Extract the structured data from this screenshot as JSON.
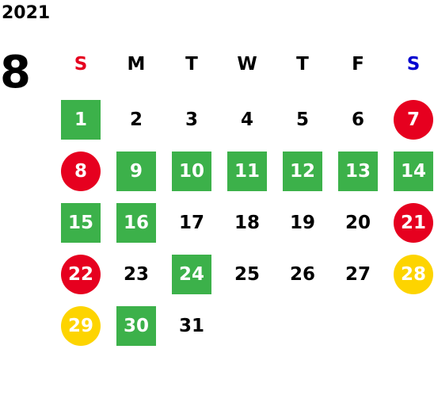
{
  "year": "2021",
  "month": "8",
  "weekdays": [
    {
      "label": "S",
      "color": "#e6001f"
    },
    {
      "label": "M",
      "color": "#000000"
    },
    {
      "label": "T",
      "color": "#000000"
    },
    {
      "label": "W",
      "color": "#000000"
    },
    {
      "label": "T",
      "color": "#000000"
    },
    {
      "label": "F",
      "color": "#000000"
    },
    {
      "label": "S",
      "color": "#0000d0"
    }
  ],
  "legend_colors": {
    "green": "#3cb14a",
    "red": "#e6001f",
    "yellow": "#fdd400"
  },
  "weeks": [
    [
      {
        "d": "1",
        "m": "green"
      },
      {
        "d": "2",
        "m": ""
      },
      {
        "d": "3",
        "m": ""
      },
      {
        "d": "4",
        "m": ""
      },
      {
        "d": "5",
        "m": ""
      },
      {
        "d": "6",
        "m": ""
      },
      {
        "d": "7",
        "m": "red"
      }
    ],
    [
      {
        "d": "8",
        "m": "red"
      },
      {
        "d": "9",
        "m": "green"
      },
      {
        "d": "10",
        "m": "green"
      },
      {
        "d": "11",
        "m": "green"
      },
      {
        "d": "12",
        "m": "green"
      },
      {
        "d": "13",
        "m": "green"
      },
      {
        "d": "14",
        "m": "green"
      }
    ],
    [
      {
        "d": "15",
        "m": "green"
      },
      {
        "d": "16",
        "m": "green"
      },
      {
        "d": "17",
        "m": ""
      },
      {
        "d": "18",
        "m": ""
      },
      {
        "d": "19",
        "m": ""
      },
      {
        "d": "20",
        "m": ""
      },
      {
        "d": "21",
        "m": "red"
      }
    ],
    [
      {
        "d": "22",
        "m": "red"
      },
      {
        "d": "23",
        "m": ""
      },
      {
        "d": "24",
        "m": "green"
      },
      {
        "d": "25",
        "m": ""
      },
      {
        "d": "26",
        "m": ""
      },
      {
        "d": "27",
        "m": ""
      },
      {
        "d": "28",
        "m": "yellow"
      }
    ],
    [
      {
        "d": "29",
        "m": "yellow"
      },
      {
        "d": "30",
        "m": "green"
      },
      {
        "d": "31",
        "m": ""
      }
    ]
  ]
}
